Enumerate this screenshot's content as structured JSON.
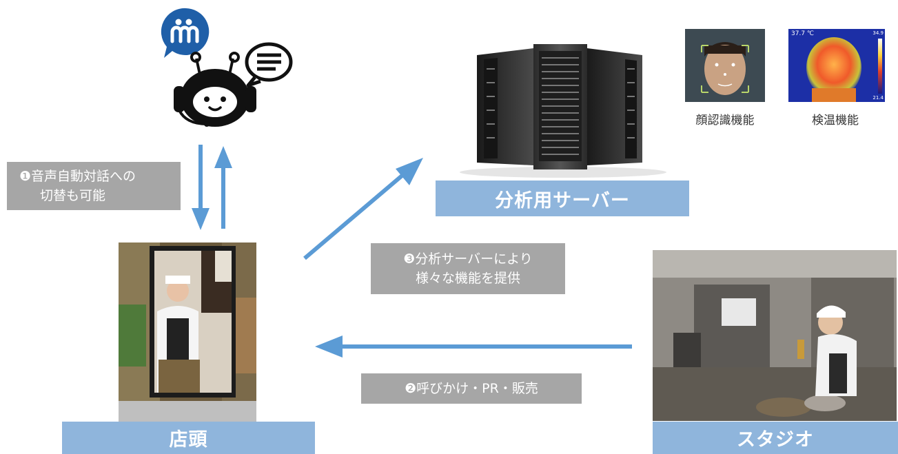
{
  "labels": {
    "server": "分析用サーバー",
    "storefront": "店頭",
    "studio": "スタジオ"
  },
  "captions": {
    "voice": {
      "line1": "❶音声自動対話への",
      "line2": "切替も可能"
    },
    "call": {
      "line1": "❷呼びかけ・PR・販売"
    },
    "analysis": {
      "line1": "❸分析サーバーにより",
      "line2": "様々な機能を提供"
    }
  },
  "features": {
    "face": "顔認識機能",
    "thermo": "検温機能",
    "thermo_reading": "37.7 ℃",
    "thermo_max": "34.9",
    "thermo_min": "21.4"
  },
  "colors": {
    "arrow": "#5b9bd5",
    "label_bar": "#8fb5dc",
    "caption_bg": "#a6a6a6",
    "logo": "#1f5fa8"
  }
}
